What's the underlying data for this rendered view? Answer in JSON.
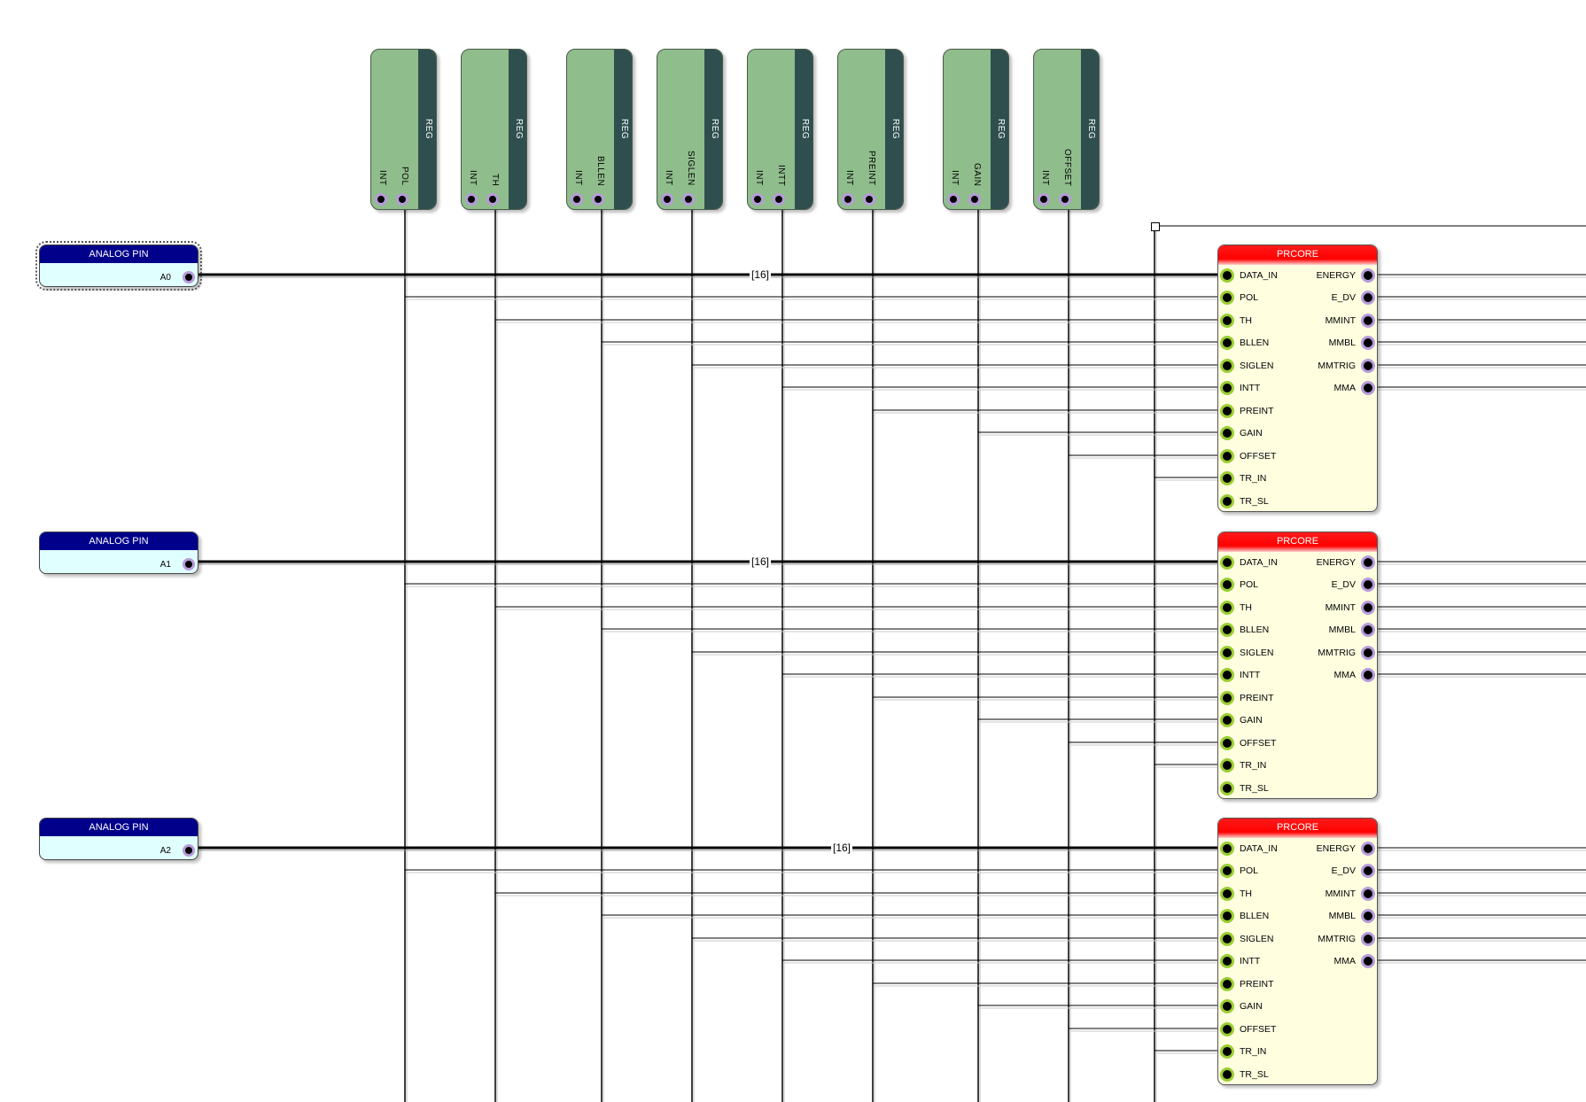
{
  "regs": [
    {
      "title": "REG",
      "int_label": "INT",
      "name": "POL"
    },
    {
      "title": "REG",
      "int_label": "INT",
      "name": "TH"
    },
    {
      "title": "REG",
      "int_label": "INT",
      "name": "BLLEN"
    },
    {
      "title": "REG",
      "int_label": "INT",
      "name": "SIGLEN"
    },
    {
      "title": "REG",
      "int_label": "INT",
      "name": "INTT"
    },
    {
      "title": "REG",
      "int_label": "INT",
      "name": "PREINT"
    },
    {
      "title": "REG",
      "int_label": "INT",
      "name": "GAIN"
    },
    {
      "title": "REG",
      "int_label": "INT",
      "name": "OFFSET"
    }
  ],
  "analog_pins": [
    {
      "title": "ANALOG PIN",
      "value": "A0",
      "bus_label": "[16]"
    },
    {
      "title": "ANALOG PIN",
      "value": "A1",
      "bus_label": "[16]"
    },
    {
      "title": "ANALOG PIN",
      "value": "A2",
      "bus_label": "[16]"
    }
  ],
  "prcores": [
    {
      "title": "PRCORE"
    },
    {
      "title": "PRCORE"
    },
    {
      "title": "PRCORE"
    }
  ],
  "prcore_inputs": [
    "DATA_IN",
    "POL",
    "TH",
    "BLLEN",
    "SIGLEN",
    "INTT",
    "PREINT",
    "GAIN",
    "OFFSET",
    "TR_IN",
    "TR_SL"
  ],
  "prcore_outputs": [
    "ENERGY",
    "E_DV",
    "MMINT",
    "MMBL",
    "MMTRIG",
    "MMA"
  ],
  "colors": {
    "reg_body": "#8fbd8c",
    "reg_stripe": "#2f4f4f",
    "analog_header": "#00008b",
    "analog_body": "#e0ffff",
    "prcore_header": "#ff0000",
    "prcore_body": "#ffffe0",
    "port_out_ring": "#b79bd9",
    "port_in_ring": "#9acd32"
  }
}
